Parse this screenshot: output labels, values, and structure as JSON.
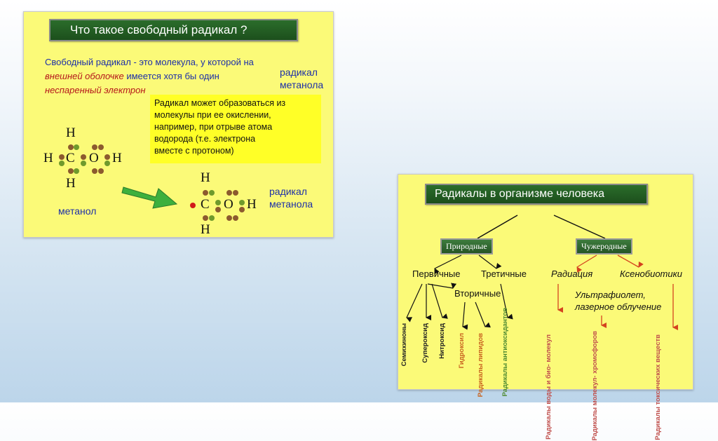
{
  "left_slide": {
    "title": "Что такое свободный радикал ?",
    "definition_line1": "Свободный радикал - это молекула, у которой на",
    "definition_line2_red": "внешней оболочке",
    "definition_line2_blue": " имеется хотя бы один",
    "definition_line3": "неспаренный электрон",
    "radical_label_1a": "радикал",
    "radical_label_1b": "метанола",
    "info_lines": [
      "Радикал может образоваться из",
      "молекулы при ее окислении,",
      "например, при отрыве атома",
      "водорода  (т.е. электрона",
      "вместе с протоном)"
    ],
    "methanol_label": "метанол",
    "radical_label_2a": "радикал",
    "radical_label_2b": "метанола",
    "atoms": {
      "h": "H",
      "c": "C",
      "o": "O"
    },
    "colors": {
      "background": "#fbfa78",
      "info_box": "#ffff27",
      "title_bar": "#245a24",
      "arrow": "#3db03d"
    }
  },
  "right_slide": {
    "title": "Радикалы в организме человека",
    "node_natural": "Природные",
    "node_foreign": "Чужеродные",
    "primary": "Первичные",
    "tertiary": "Третичные",
    "secondary": "Вторичные",
    "radiation": "Радиация",
    "xenobiotics": "Ксенобиотики",
    "uv_line1": "Ультрафиолет,",
    "uv_line2": "лазерное облучение",
    "leaves": {
      "semiquinones": "Семихиноны",
      "superoxide": "Супероксид",
      "nitroxide": "Нитроксид",
      "hydroxyl": "Гидроксил",
      "lipid_radicals_1": "Радикалы",
      "lipid_radicals_2": "липидов",
      "antioxidant_radicals_1": "Радикалы",
      "antioxidant_radicals_2": "антиоксидантов",
      "water_radicals_1": "Радикалы",
      "water_radicals_2": "воды и био-",
      "water_radicals_3": "молекул",
      "chromophore_radicals_1": "Радикалы",
      "chromophore_radicals_2": "молекул-",
      "chromophore_radicals_3": "хромофоров",
      "toxic_radicals_1": "Радикалы",
      "toxic_radicals_2": "токсических",
      "toxic_radicals_3": "веществ"
    }
  }
}
